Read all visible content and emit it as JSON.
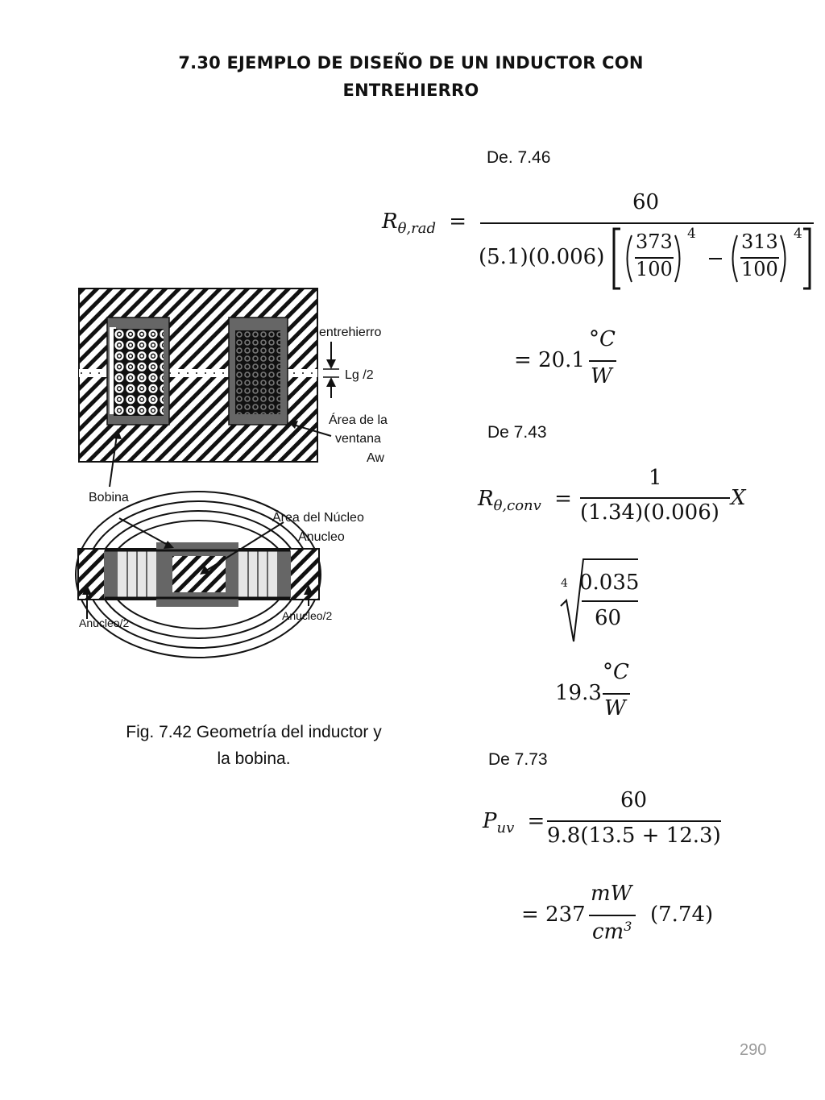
{
  "title": {
    "line1": "7.30 EJEMPLO  DE DISEÑO  DE  UN INDUCTOR CON",
    "line2": "ENTREHIERRO"
  },
  "figure": {
    "labels": {
      "entrehierro": "entrehierro",
      "gap": "Lg /2",
      "window_area_1": "Área de la",
      "window_area_2": "ventana",
      "window_area_3": "Aw",
      "bobina": "Bobina",
      "core_area_1": "Área del Núcleo",
      "core_area_2": "Anucleo",
      "anucleo_left": "Anucleo/2",
      "anucleo_right": "Anucleo/2"
    },
    "caption_line1": "Fig.  7.42 Geometría del inductor y",
    "caption_line2": "la bobina."
  },
  "equations": {
    "ref1": "De. 7.46",
    "eq1": {
      "lhs_sym": "R",
      "lhs_sub": "θ,rad",
      "numerator": "60",
      "coef": "(5.1)(0.006)",
      "frac_a_num": "373",
      "frac_a_den": "100",
      "frac_b_num": "313",
      "frac_b_den": "100",
      "exponent": "4",
      "result_prefix": "= 20.1",
      "unit_num": "°C",
      "unit_den": "W"
    },
    "ref2": "De 7.43",
    "eq2": {
      "lhs_sym": "R",
      "lhs_sub": "θ,conv",
      "numerator": "1",
      "denominator": "(1.34)(0.006)",
      "suffix": "X",
      "root_index": "4",
      "root_num": "0.035",
      "root_den": "60",
      "result_prefix": "19.3",
      "unit_num": "°C",
      "unit_den": "W"
    },
    "ref3": "De 7.73",
    "eq3": {
      "lhs_sym": "P",
      "lhs_sub": "uv",
      "numerator": "60",
      "denominator": "9.8(13.5 + 12.3)",
      "result_prefix": "= 237",
      "unit_num": "mW",
      "unit_den_base": "cm",
      "unit_den_exp": "3",
      "eq_number": "(7.74)"
    }
  },
  "page_number": "290"
}
